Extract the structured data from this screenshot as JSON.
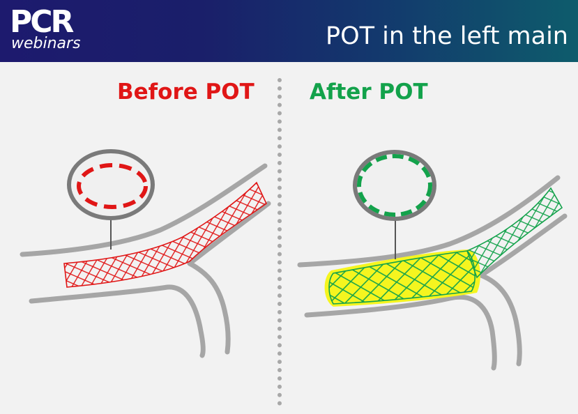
{
  "header": {
    "logo_main": "PCR",
    "logo_sub": "webinars",
    "title": "POT in the left main"
  },
  "panels": [
    {
      "label": "Before POT",
      "color": "#e01616"
    },
    {
      "label": "After POT",
      "color": "#13a24b"
    }
  ],
  "colors": {
    "vessel": "#a6a6a6",
    "stent_before": "#e01616",
    "stent_after": "#13a24b",
    "balloon": "#f5f51f",
    "divider": "#a8a8a8"
  }
}
